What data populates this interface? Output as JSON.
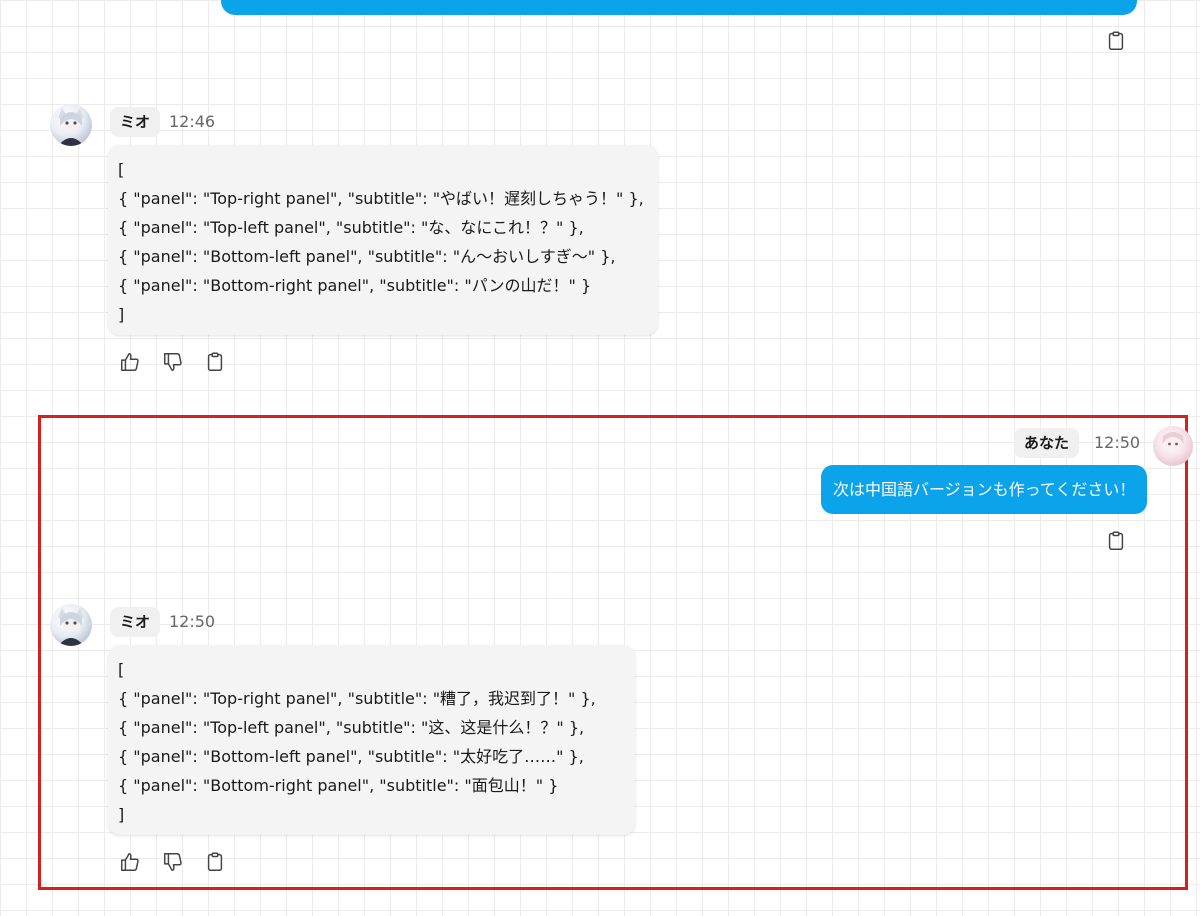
{
  "colors": {
    "user_bubble": "#0ba3ea",
    "highlight": "#d9201f",
    "message_box": "#f4f4f4"
  },
  "messages": [
    {
      "sender": "ミオ",
      "time": "12:46",
      "lines": [
        "[",
        "{ \"panel\": \"Top-right panel\", \"subtitle\": \"やばい！遅刻しちゃう！\" },",
        "{ \"panel\": \"Top-left panel\", \"subtitle\": \"な、なにこれ！？\" },",
        "{ \"panel\": \"Bottom-left panel\", \"subtitle\": \"ん〜おいしすぎ〜\" },",
        "{ \"panel\": \"Bottom-right panel\", \"subtitle\": \"パンの山だ！\" }",
        "]"
      ]
    },
    {
      "sender": "あなた",
      "time": "12:50",
      "text": "次は中国語バージョンも作ってください！"
    },
    {
      "sender": "ミオ",
      "time": "12:50",
      "lines": [
        "[",
        "{ \"panel\": \"Top-right panel\", \"subtitle\": \"糟了，我迟到了！\" },",
        "{ \"panel\": \"Top-left panel\", \"subtitle\": \"这、这是什么！？\" },",
        "{ \"panel\": \"Bottom-left panel\", \"subtitle\": \"太好吃了……\" },",
        "{ \"panel\": \"Bottom-right panel\", \"subtitle\": \"面包山！\" }",
        "]"
      ]
    }
  ],
  "icons": {
    "copy": "clipboard-icon",
    "like": "thumbs-up-icon",
    "dislike": "thumbs-down-icon"
  }
}
